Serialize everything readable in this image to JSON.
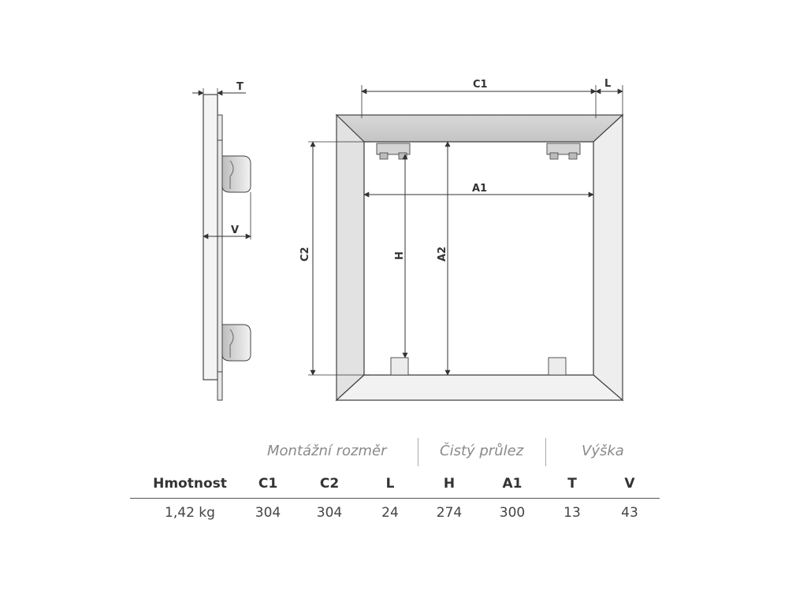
{
  "drawing": {
    "labels": {
      "t": "T",
      "v": "V",
      "c1": "C1",
      "c2": "C2",
      "l": "L",
      "a1": "A1",
      "a2": "A2",
      "h": "H"
    }
  },
  "spec_table": {
    "groups": [
      "Montážní rozměr",
      "Čistý průlez",
      "Výška"
    ],
    "headers": [
      "Hmotnost",
      "C1",
      "C2",
      "L",
      "H",
      "A1",
      "T",
      "V"
    ],
    "values": [
      "1,42 kg",
      "304",
      "304",
      "24",
      "274",
      "300",
      "13",
      "43"
    ]
  }
}
